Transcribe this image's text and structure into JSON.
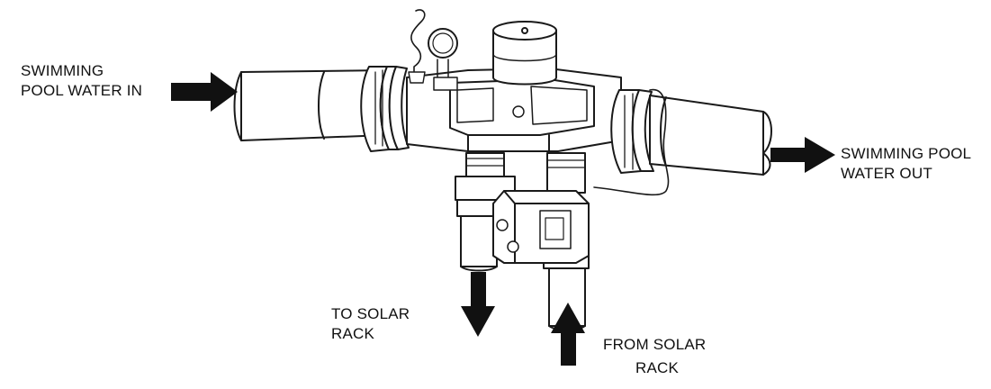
{
  "labels": {
    "inlet_line1": "SWIMMING",
    "inlet_line2": "POOL WATER IN",
    "outlet_line1": "SWIMMING POOL",
    "outlet_line2": "WATER OUT",
    "to_solar_line1": "TO SOLAR",
    "to_solar_line2": "RACK",
    "from_solar_line1": "FROM SOLAR",
    "from_solar_line2": "RACK"
  },
  "colors": {
    "line": "#1a1a1a",
    "fill": "#ffffff",
    "arrow": "#111111"
  },
  "icons": {
    "inlet_arrow": "arrow-right-icon",
    "outlet_arrow": "arrow-right-icon",
    "to_solar_arrow": "arrow-down-icon",
    "from_solar_arrow": "arrow-up-icon"
  }
}
